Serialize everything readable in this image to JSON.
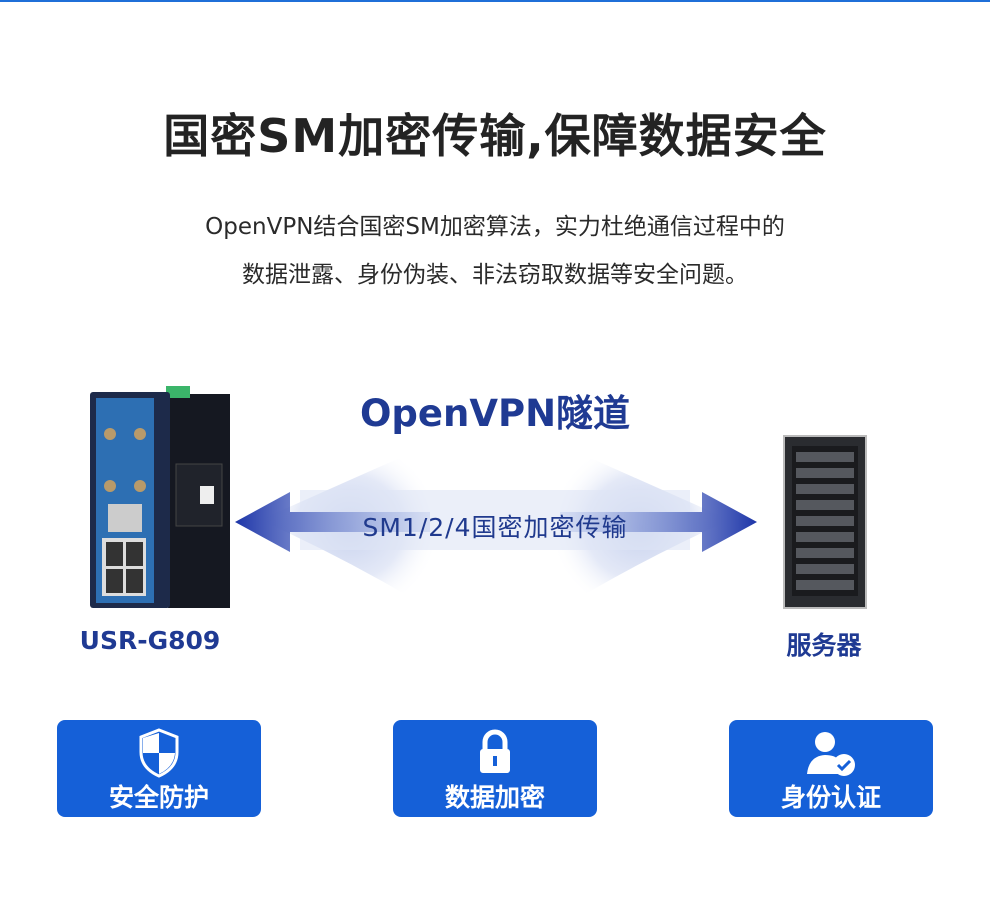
{
  "title": "国密SM加密传输,保障数据安全",
  "subtitle_lines": [
    "OpenVPN结合国密SM加密算法，实力杜绝通信过程中的",
    "数据泄露、身份伪装、非法窃取数据等安全问题。"
  ],
  "diagram": {
    "tunnel_label": "OpenVPN隧道",
    "transfer_label": "SM1/2/4国密加密传输",
    "device_label": "USR-G809",
    "server_label": "服务器"
  },
  "features": [
    {
      "label": "安全防护",
      "icon": "shield-icon"
    },
    {
      "label": "数据加密",
      "icon": "lock-icon"
    },
    {
      "label": "身份认证",
      "icon": "user-check-icon"
    }
  ],
  "colors": {
    "accent": "#1560d8",
    "dark_blue": "#1f3a93"
  }
}
